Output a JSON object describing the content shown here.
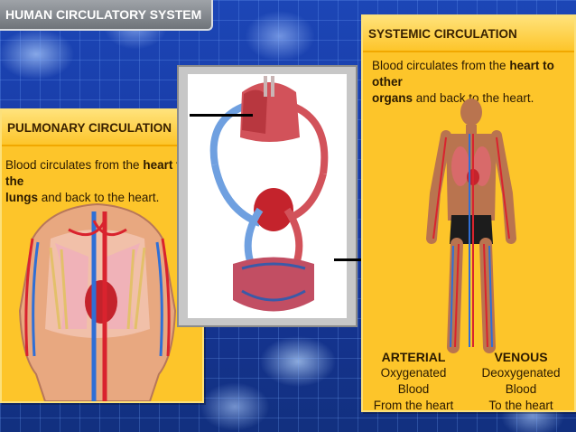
{
  "title": "HUMAN CIRCULATORY SYSTEM",
  "pulmonary": {
    "heading": "PULMONARY CIRCULATION",
    "text_pre": "Blood circulates from the ",
    "text_bold1": "heart to the",
    "text_bold2": "lungs",
    "text_post": " and back to the heart."
  },
  "systemic": {
    "heading": "SYSTEMIC CIRCULATION",
    "text_pre": "Blood circulates from the ",
    "text_bold1": "heart to other",
    "text_bold2": "organs",
    "text_post": " and back to the heart."
  },
  "arterial": {
    "heading": "ARTERIAL",
    "line1": "Oxygenated Blood",
    "line2": "From the heart"
  },
  "venous": {
    "heading": "VENOUS",
    "line1": "Deoxygenated Blood",
    "line2": "To the heart"
  },
  "colors": {
    "panel": "#fdc52a",
    "artery": "#d9232e",
    "vein": "#2f6fd6"
  }
}
